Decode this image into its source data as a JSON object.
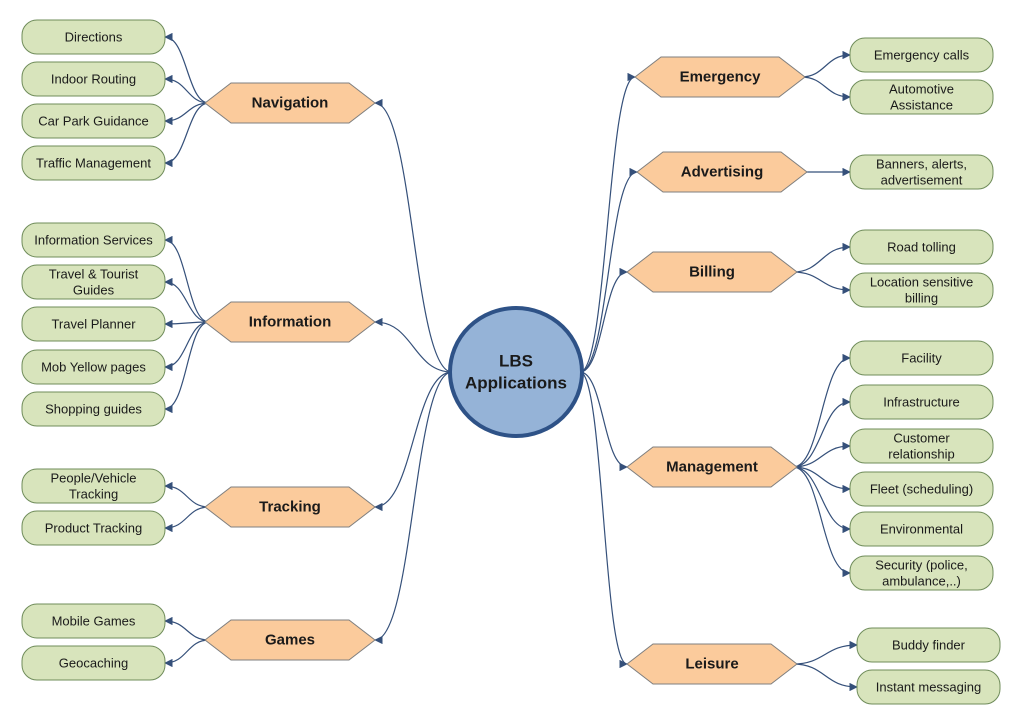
{
  "center": {
    "lines": [
      "LBS",
      "Applications"
    ]
  },
  "categories": [
    {
      "id": "navigation",
      "label": "Navigation",
      "leaves": [
        {
          "lines": [
            "Directions"
          ]
        },
        {
          "lines": [
            "Indoor Routing"
          ]
        },
        {
          "lines": [
            "Car Park Guidance"
          ]
        },
        {
          "lines": [
            "Traffic Management"
          ]
        }
      ]
    },
    {
      "id": "information",
      "label": "Information",
      "leaves": [
        {
          "lines": [
            "Information Services"
          ]
        },
        {
          "lines": [
            "Travel & Tourist",
            "Guides"
          ]
        },
        {
          "lines": [
            "Travel Planner"
          ]
        },
        {
          "lines": [
            "Mob Yellow pages"
          ]
        },
        {
          "lines": [
            "Shopping guides"
          ]
        }
      ]
    },
    {
      "id": "tracking",
      "label": "Tracking",
      "leaves": [
        {
          "lines": [
            "People/Vehicle",
            "Tracking"
          ]
        },
        {
          "lines": [
            "Product Tracking"
          ]
        }
      ]
    },
    {
      "id": "games",
      "label": "Games",
      "leaves": [
        {
          "lines": [
            "Mobile Games"
          ]
        },
        {
          "lines": [
            "Geocaching"
          ]
        }
      ]
    },
    {
      "id": "emergency",
      "label": "Emergency",
      "leaves": [
        {
          "lines": [
            "Emergency calls"
          ]
        },
        {
          "lines": [
            "Automotive",
            "Assistance"
          ]
        }
      ]
    },
    {
      "id": "advertising",
      "label": "Advertising",
      "leaves": [
        {
          "lines": [
            "Banners, alerts,",
            "advertisement"
          ]
        }
      ]
    },
    {
      "id": "billing",
      "label": "Billing",
      "leaves": [
        {
          "lines": [
            "Road tolling"
          ]
        },
        {
          "lines": [
            "Location sensitive",
            "billing"
          ]
        }
      ]
    },
    {
      "id": "management",
      "label": "Management",
      "leaves": [
        {
          "lines": [
            "Facility"
          ]
        },
        {
          "lines": [
            "Infrastructure"
          ]
        },
        {
          "lines": [
            "Customer",
            "relationship"
          ]
        },
        {
          "lines": [
            "Fleet (scheduling)"
          ]
        },
        {
          "lines": [
            "Environmental"
          ]
        },
        {
          "lines": [
            "Security (police,",
            "ambulance,..)"
          ]
        }
      ]
    },
    {
      "id": "leisure",
      "label": "Leisure",
      "leaves": [
        {
          "lines": [
            "Buddy finder"
          ]
        },
        {
          "lines": [
            "Instant messaging"
          ]
        }
      ]
    }
  ],
  "colors": {
    "leaf_fill": "#d8e4bc",
    "leaf_stroke": "#6f8c5a",
    "category_fill": "#fbcb9c",
    "category_stroke": "#7f7f7f",
    "center_fill": "#95b3d7",
    "center_stroke": "#2e5287",
    "connector": "#35507a"
  }
}
